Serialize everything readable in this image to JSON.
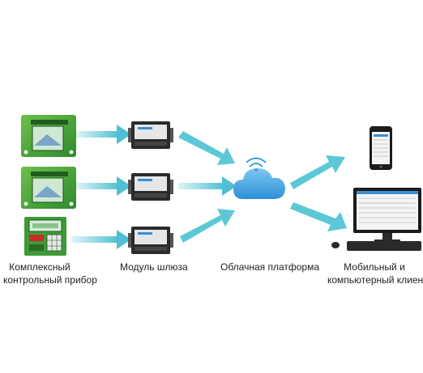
{
  "labels": {
    "controller": [
      "Комплексный",
      "контрольный прибор"
    ],
    "gateway": "Модуль шлюза",
    "cloud": "Облачная платформа",
    "client": [
      "Мобильный и",
      "компьютерный клиент"
    ]
  },
  "colors": {
    "arrow": "#5cc8d6",
    "device_green": "#3f9c38",
    "gateway_body": "#2b2b2b",
    "cloud": "#3aa2e0",
    "monitor": "#1c1c1c"
  },
  "icons": {
    "controller": "controller-panel-icon",
    "gateway": "gateway-module-icon",
    "cloud": "cloud-wifi-icon",
    "phone": "smartphone-icon",
    "computer": "desktop-computer-icon"
  }
}
